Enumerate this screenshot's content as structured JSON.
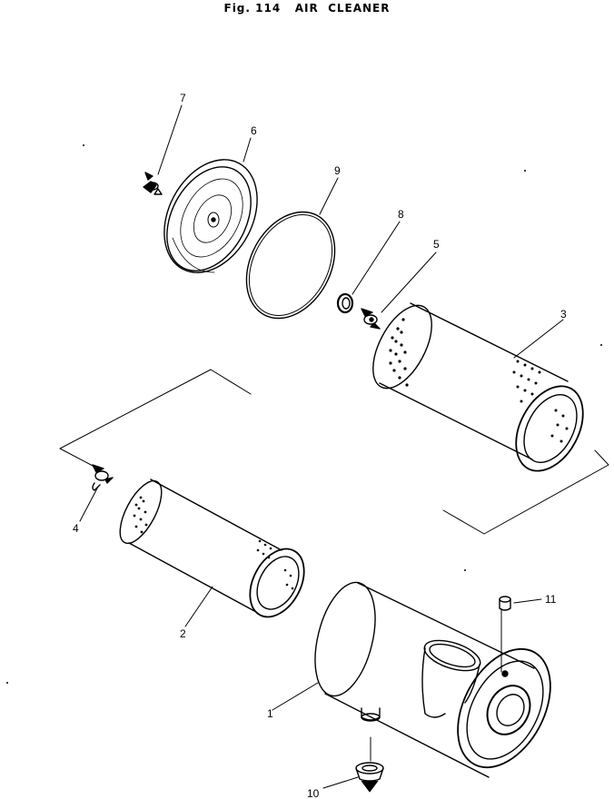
{
  "title": "Fig. 114   AIR  CLEANER",
  "callouts": {
    "c1": "1",
    "c2": "2",
    "c3": "3",
    "c4": "4",
    "c5": "5",
    "c6": "6",
    "c7": "7",
    "c8": "8",
    "c9": "9",
    "c10": "10",
    "c11": "11"
  },
  "colors": {
    "ink": "#000000",
    "paper": "#ffffff"
  }
}
